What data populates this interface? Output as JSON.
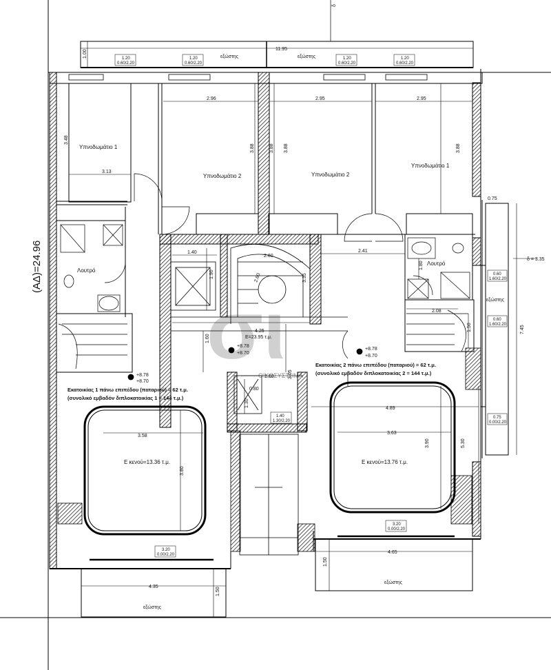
{
  "rooms": {
    "bedroom1_left": "Υπνοδωμάτιο 1",
    "bedroom2_left": "Υπνοδωμάτιο 2",
    "bedroom2_right": "Υπνοδωμάτιο 2",
    "bedroom1_right": "Υπνοδωμάτιο  1",
    "bath_left": "Λουτρό",
    "bath_right": "Λουτρό",
    "void_left": "Ε κενού=13.36 τ.μ.",
    "void_right": "Ε κενού=13.76 τ.μ.",
    "lobby_area": "Ε=23.95 τ.μ.",
    "balcony_top1": "εξώστης",
    "balcony_top2": "εξώστης",
    "balcony_bottom_left": "εξώστης",
    "balcony_bottom_right": "εξώστης",
    "balcony_side": "εξώστης",
    "building_coefficient": "(ΑΔ)=24.96"
  },
  "notes": {
    "unit1_line1": "Εκατοικίας 1 πάνω επιπέδου (παταριού) = 62 τ.μ.",
    "unit1_line2": "(συνολικό εμβαδόν διπλοκατοικίας 1 = 144 τ.μ.)",
    "unit2_line1": "Εκατοικίας 2 πάνω επιπέδου (παταριού) = 62 τ.μ.",
    "unit2_line2": "(συνολικό εμβαδόν διπλοκατοικίας 2 = 144 τ.μ.)"
  },
  "levels": {
    "left_top": "+8.78",
    "left_bottom": "+8.70",
    "center_top": "+8.78",
    "center_bottom": "+8.70",
    "right_top": "+8.78",
    "right_bottom": "+8.70"
  },
  "dimensions": {
    "top_total": "11.95",
    "top_left_vertical": "1.00",
    "bedroom1_left_w": "3.13",
    "bedroom1_left_h": "3.48",
    "bedroom2_left_w": "2.96",
    "bedroom2_left_h": "3.88",
    "bedroom2_right_w": "2.95",
    "bedroom2_right_h": "3.88",
    "bedroom1_right_w": "2.95",
    "bedroom1_right_h": "3.88",
    "bedroom_mid_h": "3.88",
    "side_075": "0.75",
    "delta_335": "δ = 3.35",
    "side_745": "7.45",
    "lift_w": "1.40",
    "lift_h": "1.90",
    "stair_w": "2.60",
    "stair_diag": "2.60",
    "lobby_w": "4.25",
    "lobby_h": "1.60",
    "stair_h": "3.35",
    "corridor_r_w": "2.41",
    "bath_r_h": "1.80",
    "stair_r_w": "2.08",
    "stair_r_h": "1.50",
    "passage_w": "1.60",
    "passage_h": "3.05",
    "shaft_w": "0.80",
    "shaft_h": "1.30",
    "void_left_w": "3.58",
    "void_left_h": "3.80",
    "void_right_w": "3.63",
    "void_right_h": "3.90",
    "void_right_outer_w": "4.89",
    "right_side_h": "5.30",
    "balcony_bl_w": "4.35",
    "balcony_bl_h": "1.50",
    "balcony_br_w": "4.65",
    "balcony_br_h": "1.50",
    "top_right_delta": "δ"
  },
  "windows": {
    "w1_a": "1.20",
    "w1_b": "0.60/2.20",
    "w2_a": "1.20",
    "w2_b": "0.60/2.20",
    "w3_a": "1.20",
    "w3_b": "0.60/2.20",
    "w4_a": "1.20",
    "w4_b": "0.60/2.20",
    "w5_a": "3.20",
    "w5_b": "0.00/2.20",
    "w6_a": "3.20",
    "w6_b": "0.00/2.20",
    "w7_a": "1.40",
    "w7_b": "1.30/2.20",
    "w8_a": "0.60",
    "w8_b": "1.60/2.20",
    "w9_a": "0.60",
    "w9_b": "1.60/2.20",
    "w10_a": "0.75",
    "w10_b": "0.00/2.20"
  },
  "watermark": "ΟΙΚΟΣΥΣΤΗΜΑ"
}
